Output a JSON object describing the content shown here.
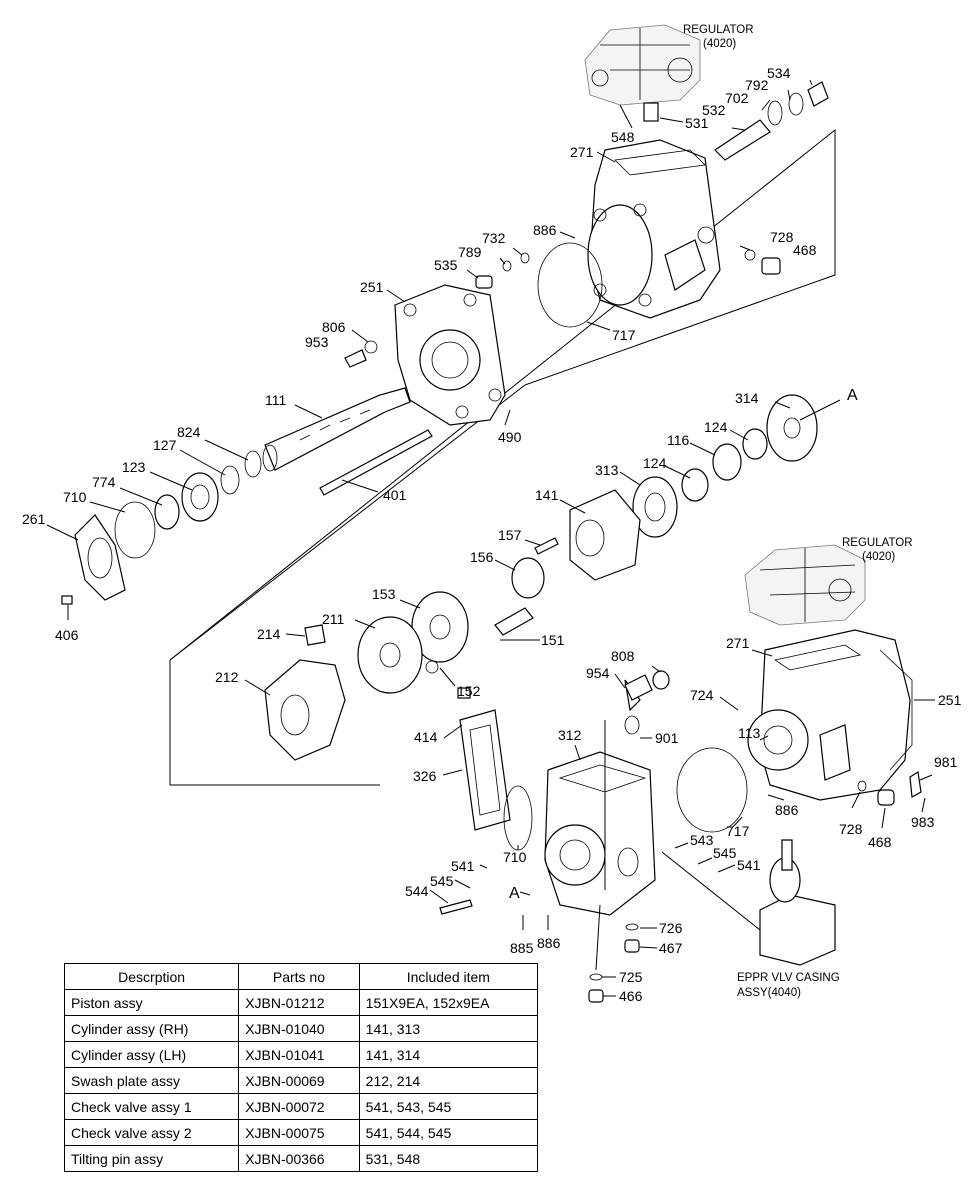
{
  "diagram": {
    "callouts": {
      "regulator_top": "REGULATOR",
      "regulator_top_code": "(4020)",
      "regulator_right": "REGULATOR",
      "regulator_right_code": "(4020)",
      "eppr_line1": "EPPR VLV CASING",
      "eppr_line2": "ASSY(4040)",
      "p534": "534",
      "p792": "792",
      "p702": "702",
      "p532": "532",
      "p531": "531",
      "p548": "548",
      "p271a": "271",
      "p886a": "886",
      "p732": "732",
      "p789": "789",
      "p535": "535",
      "p728a": "728",
      "p468a": "468",
      "p251a": "251",
      "p717a": "717",
      "p806": "806",
      "p953": "953",
      "p111": "111",
      "p490": "490",
      "p824": "824",
      "p127": "127",
      "p123": "123",
      "p774": "774",
      "p710a": "710",
      "p261": "261",
      "p406": "406",
      "p401": "401",
      "p314": "314",
      "A1": "A",
      "p124a": "124",
      "p116": "116",
      "p124b": "124",
      "p313": "313",
      "p141": "141",
      "p157": "157",
      "p156": "156",
      "p153": "153",
      "p211": "211",
      "p214": "214",
      "p212": "212",
      "p151": "151",
      "p152": "152",
      "p808": "808",
      "p954": "954",
      "p271b": "271",
      "p724": "724",
      "p251b": "251",
      "p113": "113",
      "p414": "414",
      "p312": "312",
      "p901": "901",
      "p326": "326",
      "p981": "981",
      "p886b": "886",
      "p717b": "717",
      "p728b": "728",
      "p983": "983",
      "p468b": "468",
      "p543": "543",
      "p710b": "710",
      "p545a": "545",
      "p541a": "541",
      "p541b": "541",
      "p545b": "545",
      "p544": "544",
      "A2": "A",
      "p726": "726",
      "p467": "467",
      "p885": "885",
      "p886c": "886",
      "p725": "725",
      "p466": "466"
    }
  },
  "table": {
    "headers": [
      "Descrption",
      "Parts no",
      "Included item"
    ],
    "rows": [
      [
        "Piston assy",
        "XJBN-01212",
        "151X9EA, 152x9EA"
      ],
      [
        "Cylinder assy (RH)",
        "XJBN-01040",
        "141, 313"
      ],
      [
        "Cylinder assy (LH)",
        "XJBN-01041",
        "141, 314"
      ],
      [
        "Swash plate assy",
        "XJBN-00069",
        "212, 214"
      ],
      [
        "Check valve assy 1",
        "XJBN-00072",
        "541, 543, 545"
      ],
      [
        "Check valve assy 2",
        "XJBN-00075",
        "541, 544, 545"
      ],
      [
        "Tilting pin assy",
        "XJBN-00366",
        "531, 548"
      ]
    ]
  }
}
